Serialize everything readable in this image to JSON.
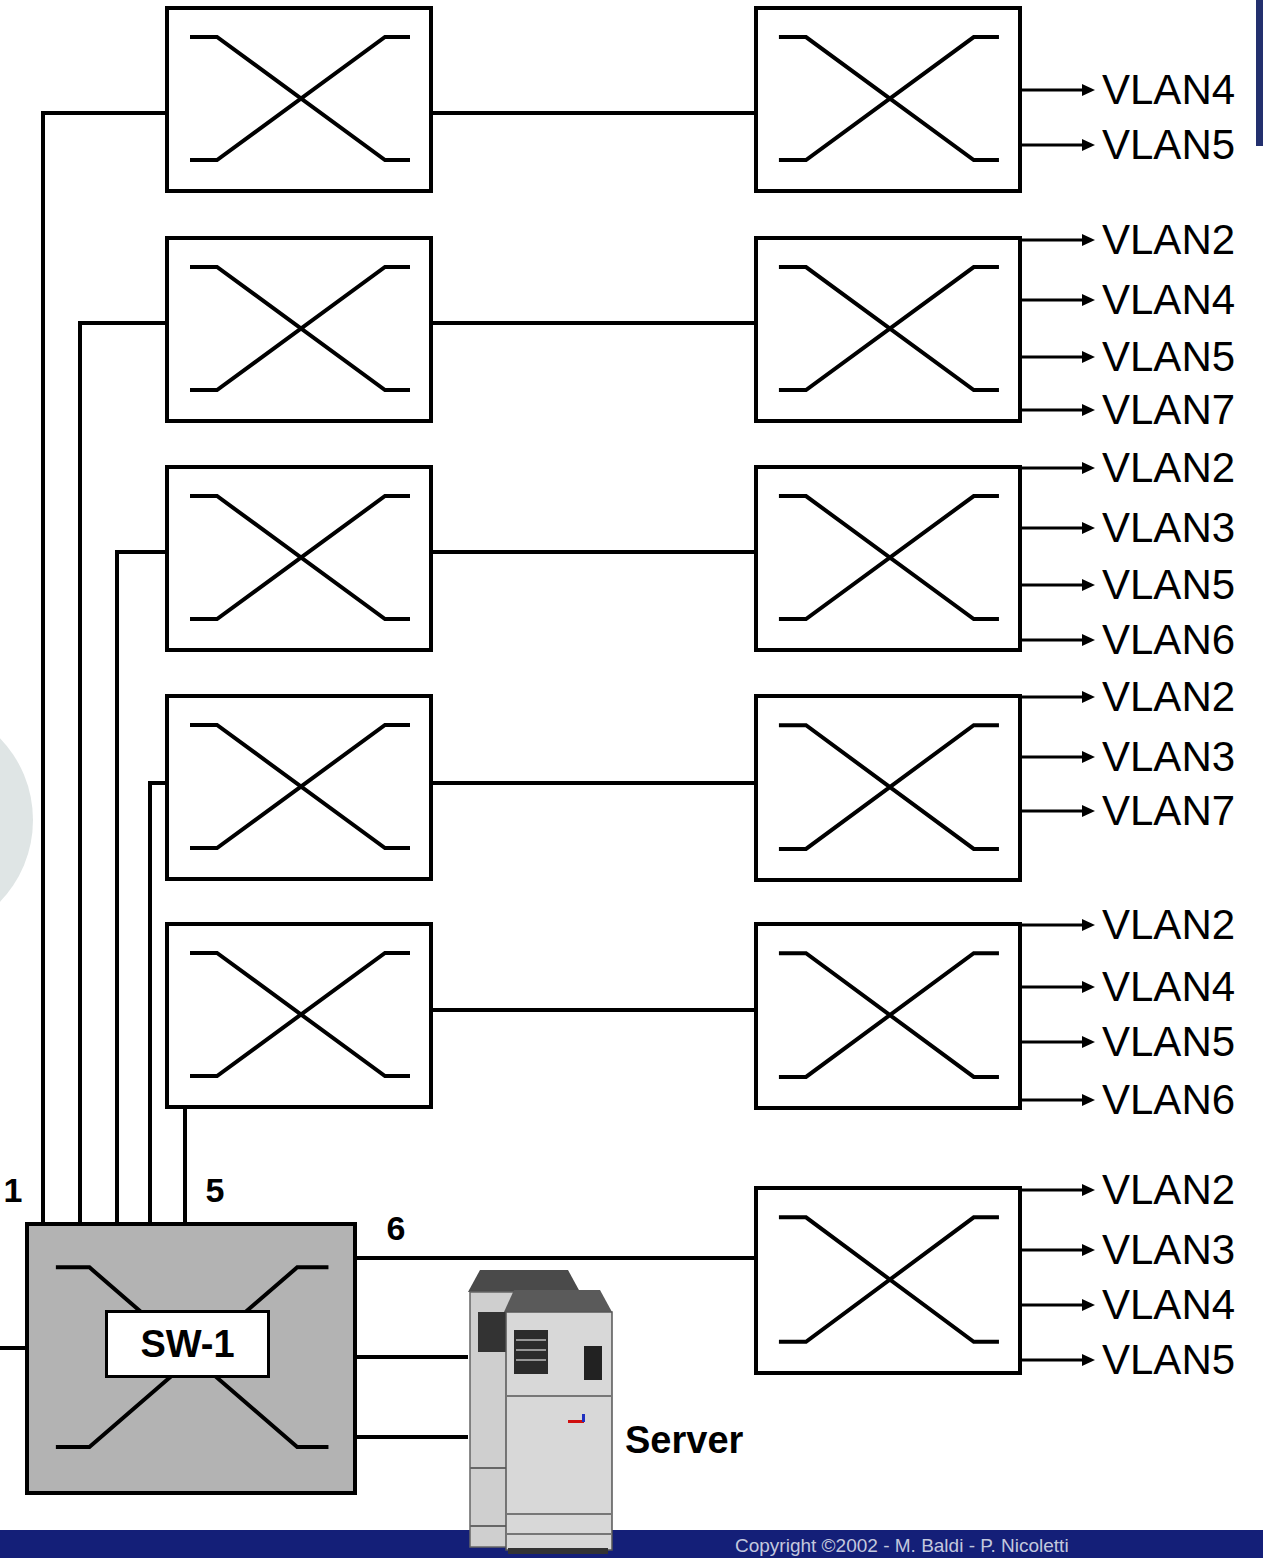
{
  "diagram": {
    "nodes": [
      {
        "text": [
          "VLAN4",
          "VLAN5"
        ]
      },
      {
        "text": [
          "VLAN2",
          "VLAN4",
          "VLAN5",
          "VLAN7"
        ]
      },
      {
        "text": [
          "VLAN2",
          "VLAN3",
          "VLAN5",
          "VLAN6"
        ]
      },
      {
        "text": [
          "VLAN2",
          "VLAN3",
          "VLAN7"
        ]
      },
      {
        "text": [
          "VLAN2",
          "VLAN4",
          "VLAN5",
          "VLAN6"
        ]
      },
      {
        "text": [
          "VLAN2",
          "VLAN3",
          "VLAN4",
          "VLAN5"
        ]
      },
      {
        "text": [
          "SW-1"
        ]
      },
      {
        "text": [
          "Server"
        ]
      }
    ],
    "edges": [
      {
        "from": 6,
        "to": 0,
        "arrow": "none"
      },
      {
        "from": 6,
        "to": 1,
        "arrow": "none"
      },
      {
        "from": 6,
        "to": 2,
        "arrow": "none"
      },
      {
        "from": 6,
        "to": 3,
        "arrow": "none"
      },
      {
        "from": 6,
        "to": 4,
        "arrow": "none"
      },
      {
        "from": 6,
        "to": 5,
        "arrow": "none"
      },
      {
        "from": 6,
        "to": 7,
        "arrow": "none"
      },
      {
        "from": 6,
        "to": 7,
        "arrow": "none"
      }
    ],
    "labels": [
      "1",
      "5",
      "6",
      "Copyright ©2002 - M. Baldi - P. Nicoletti"
    ]
  }
}
